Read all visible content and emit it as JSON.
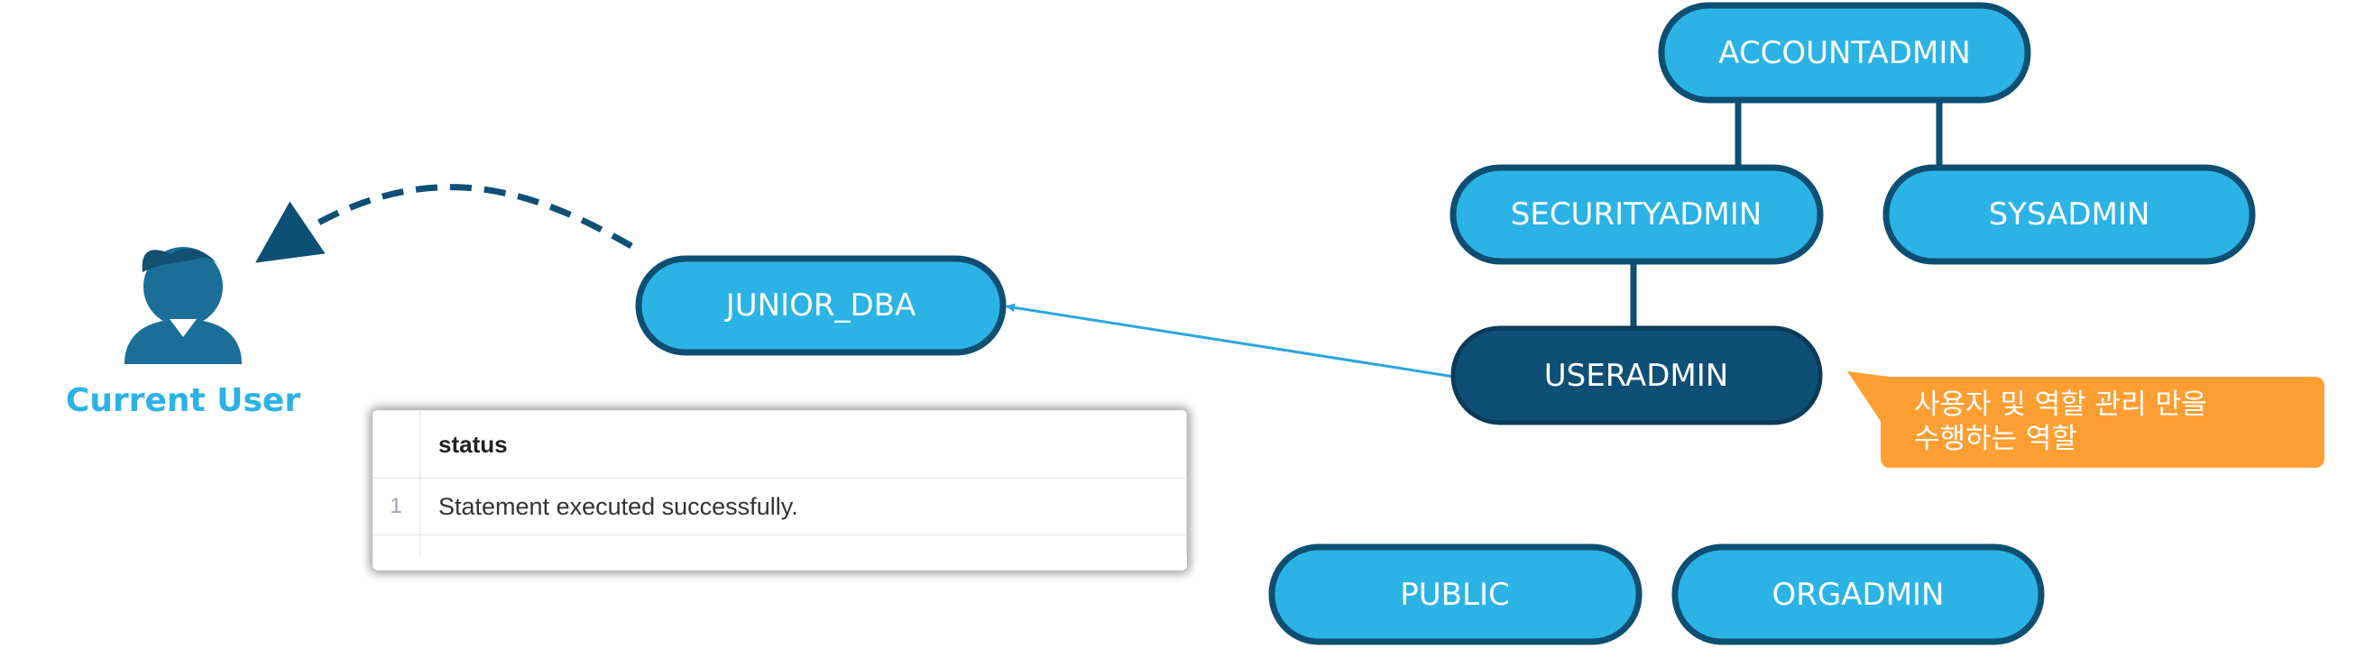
{
  "colors": {
    "role_fill": "#2cb3e6",
    "role_border": "#0d4f73",
    "active_fill": "#0e4f75",
    "callout_fill": "#ff9f33",
    "grant_arrow": "#2aa7df",
    "user_icon": "#1a6e97"
  },
  "roles": {
    "accountadmin": "ACCOUNTADMIN",
    "securityadmin": "SECURITYADMIN",
    "sysadmin": "SYSADMIN",
    "useradmin": "USERADMIN",
    "junior_dba": "JUNIOR_DBA",
    "public": "PUBLIC",
    "orgadmin": "ORGADMIN"
  },
  "user": {
    "label": "Current User",
    "icon": "user-icon"
  },
  "callout": {
    "line1": "사용자 및 역할 관리 만을",
    "line2": "수행하는 역할"
  },
  "result": {
    "column": "status",
    "rows": [
      {
        "num": "1",
        "value": "Statement executed successfully."
      }
    ]
  }
}
